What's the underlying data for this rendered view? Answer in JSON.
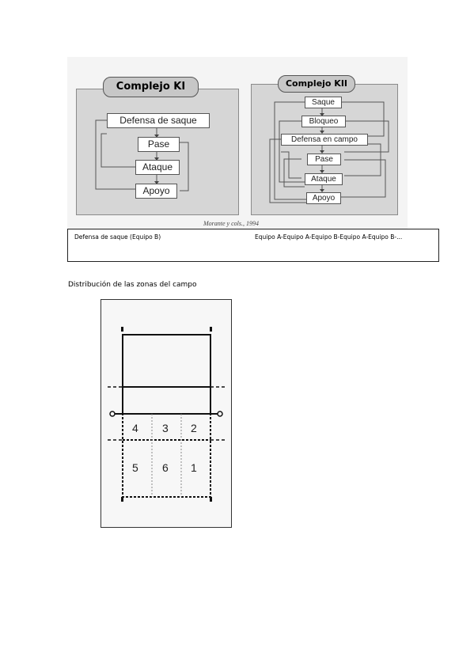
{
  "complejo_k1": {
    "title": "Complejo KI",
    "boxes": [
      "Defensa de saque",
      "Pase",
      "Ataque",
      "Apoyo"
    ]
  },
  "complejo_k2": {
    "title": "Complejo KII",
    "boxes": [
      "Saque",
      "Bloqueo",
      "Defensa en campo",
      "Pase",
      "Ataque",
      "Apoyo"
    ]
  },
  "credit": "Morante y cols., 1994",
  "teams": {
    "left": "Defensa de saque (Equipo B)",
    "right": "Equipo A-Equipo A-Equipo B-Equipo A-Equipo B-..."
  },
  "zones": {
    "caption": "Distribución de las zonas del campo",
    "front": [
      "4",
      "3",
      "2"
    ],
    "back": [
      "5",
      "6",
      "1"
    ]
  }
}
